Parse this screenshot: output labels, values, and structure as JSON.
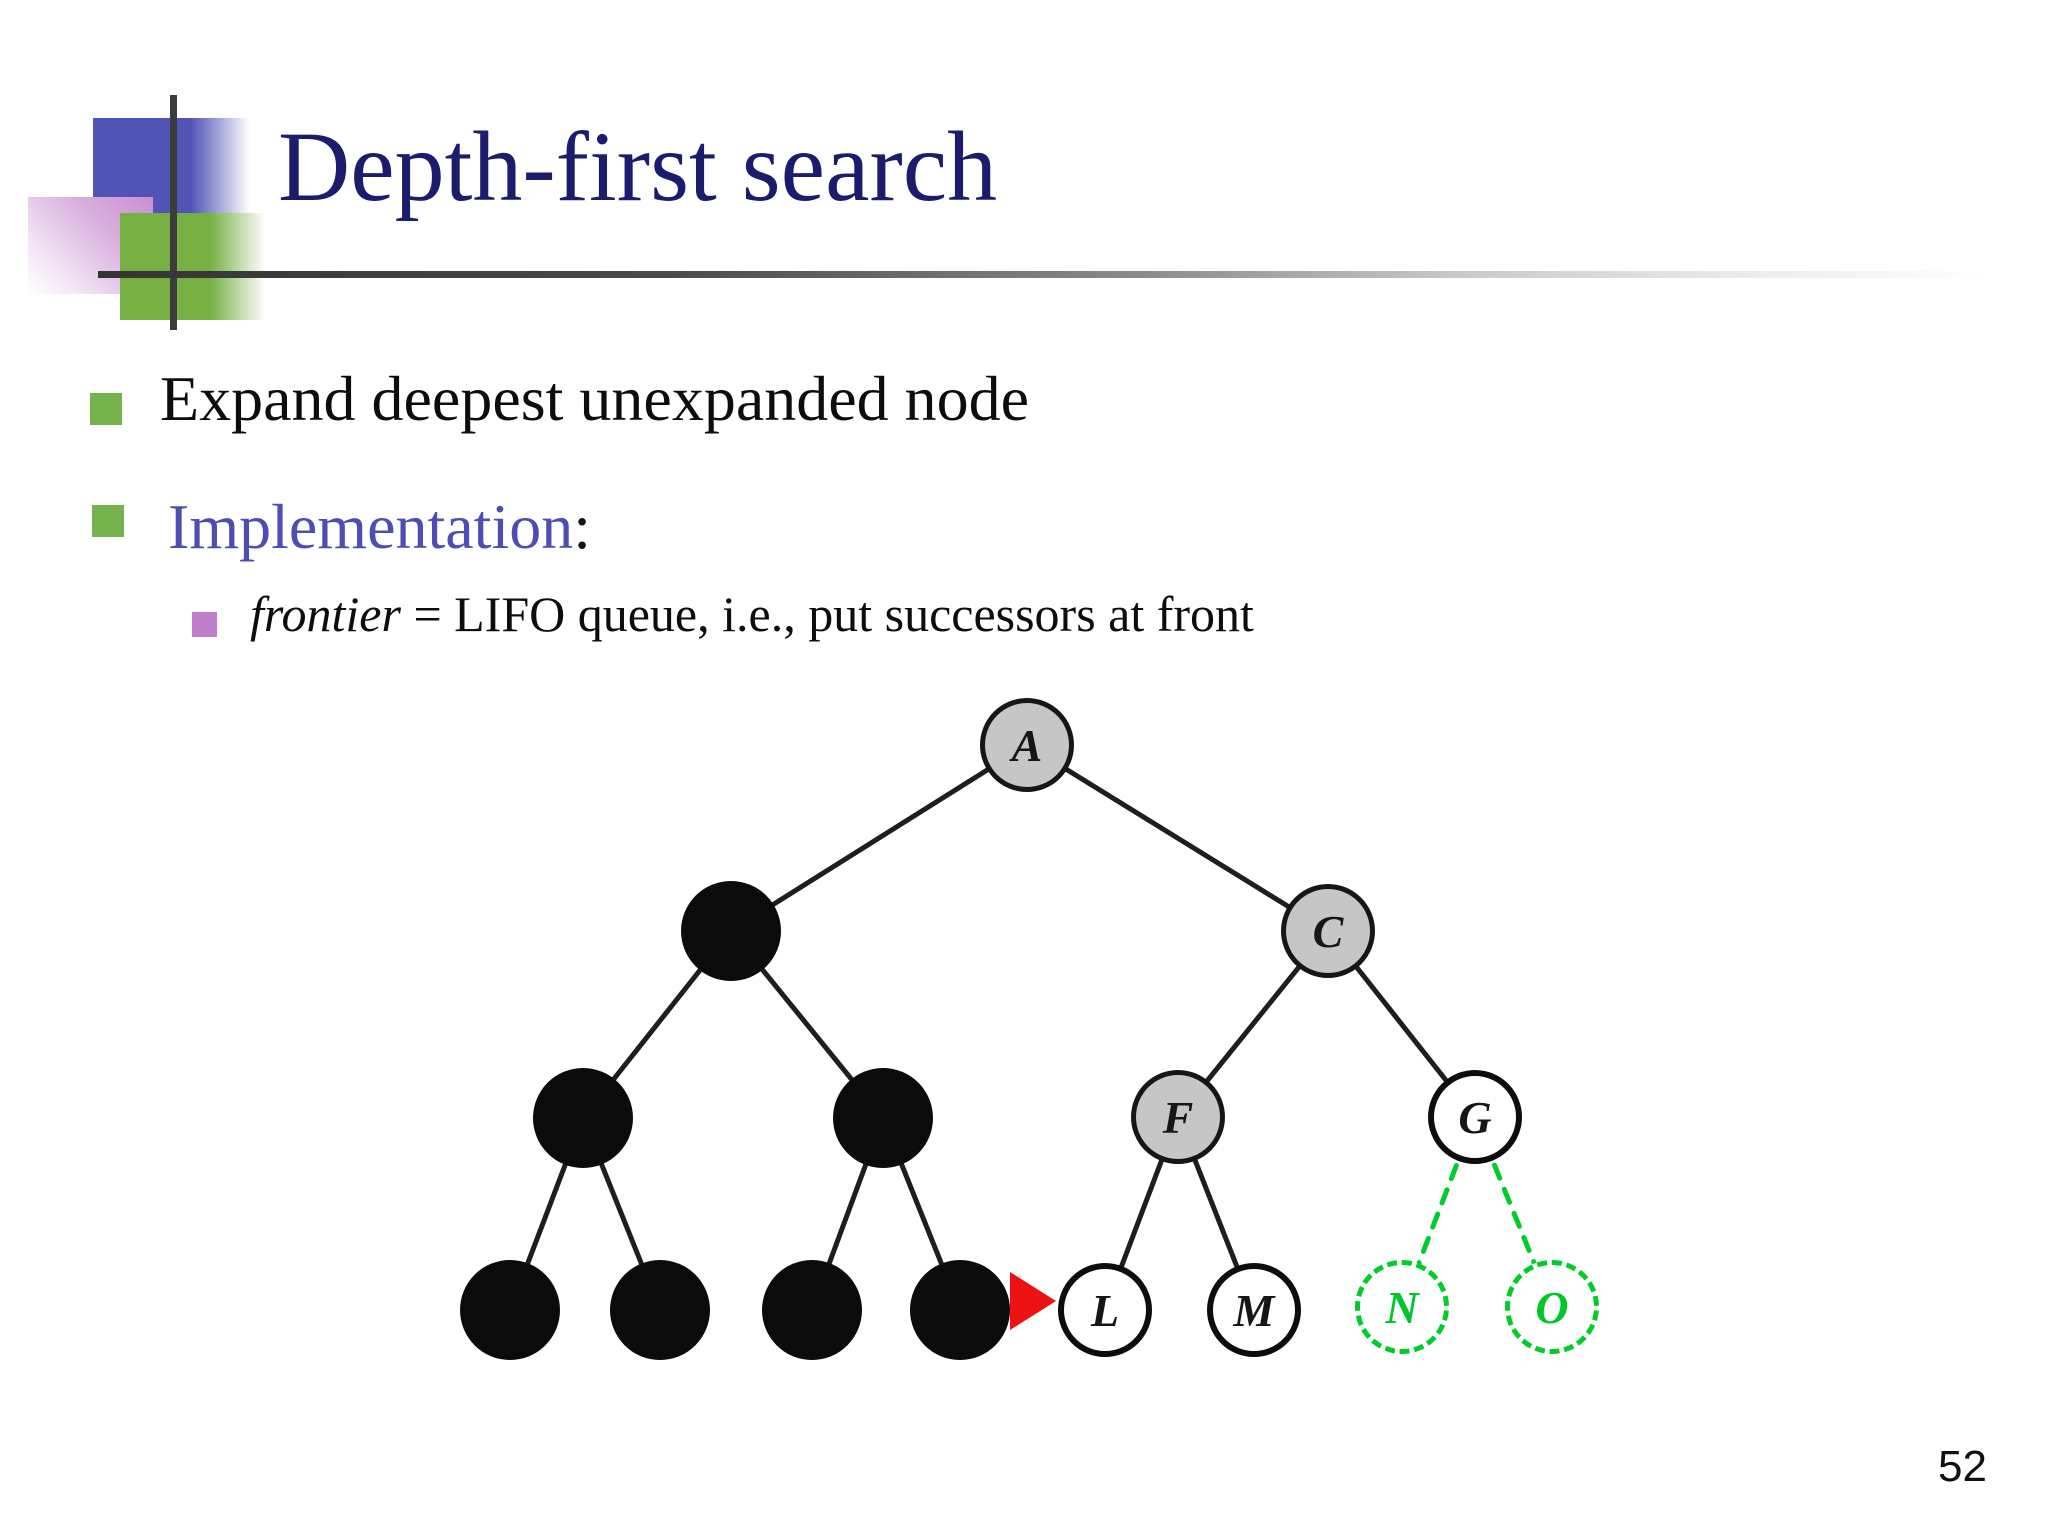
{
  "slide": {
    "title": "Depth-first search",
    "page_number": "52"
  },
  "bullets": {
    "item1": "Expand deepest unexpanded node",
    "item2": "Implementation",
    "item2_suffix": ":",
    "sub_item_lead": "frontier",
    "sub_item_rest": " = LIFO queue, i.e., put successors at front"
  },
  "tree": {
    "labels": {
      "A": "A",
      "C": "C",
      "F": "F",
      "G": "G",
      "L": "L",
      "M": "M",
      "N": "N",
      "O": "O"
    },
    "unlabeled_black_nodes": 7,
    "dashed_green_nodes": [
      "N",
      "O"
    ],
    "arrow_points_at": "L"
  },
  "colors": {
    "title_navy": "#1c1c6e",
    "implementation_text": "#4d4db3",
    "bullet_green": "#77b34c",
    "bullet_purple": "#c07fcb",
    "decor_blue": "#5153b5",
    "decor_green": "#76b043",
    "decor_purple": "#c98fd0",
    "rule_dark": "#3c3c3c",
    "node_gray_fill": "#c6c6c6",
    "node_black_fill": "#0b0b0b",
    "goal_green": "#00cc2a",
    "arrow_red": "#ee1111"
  }
}
